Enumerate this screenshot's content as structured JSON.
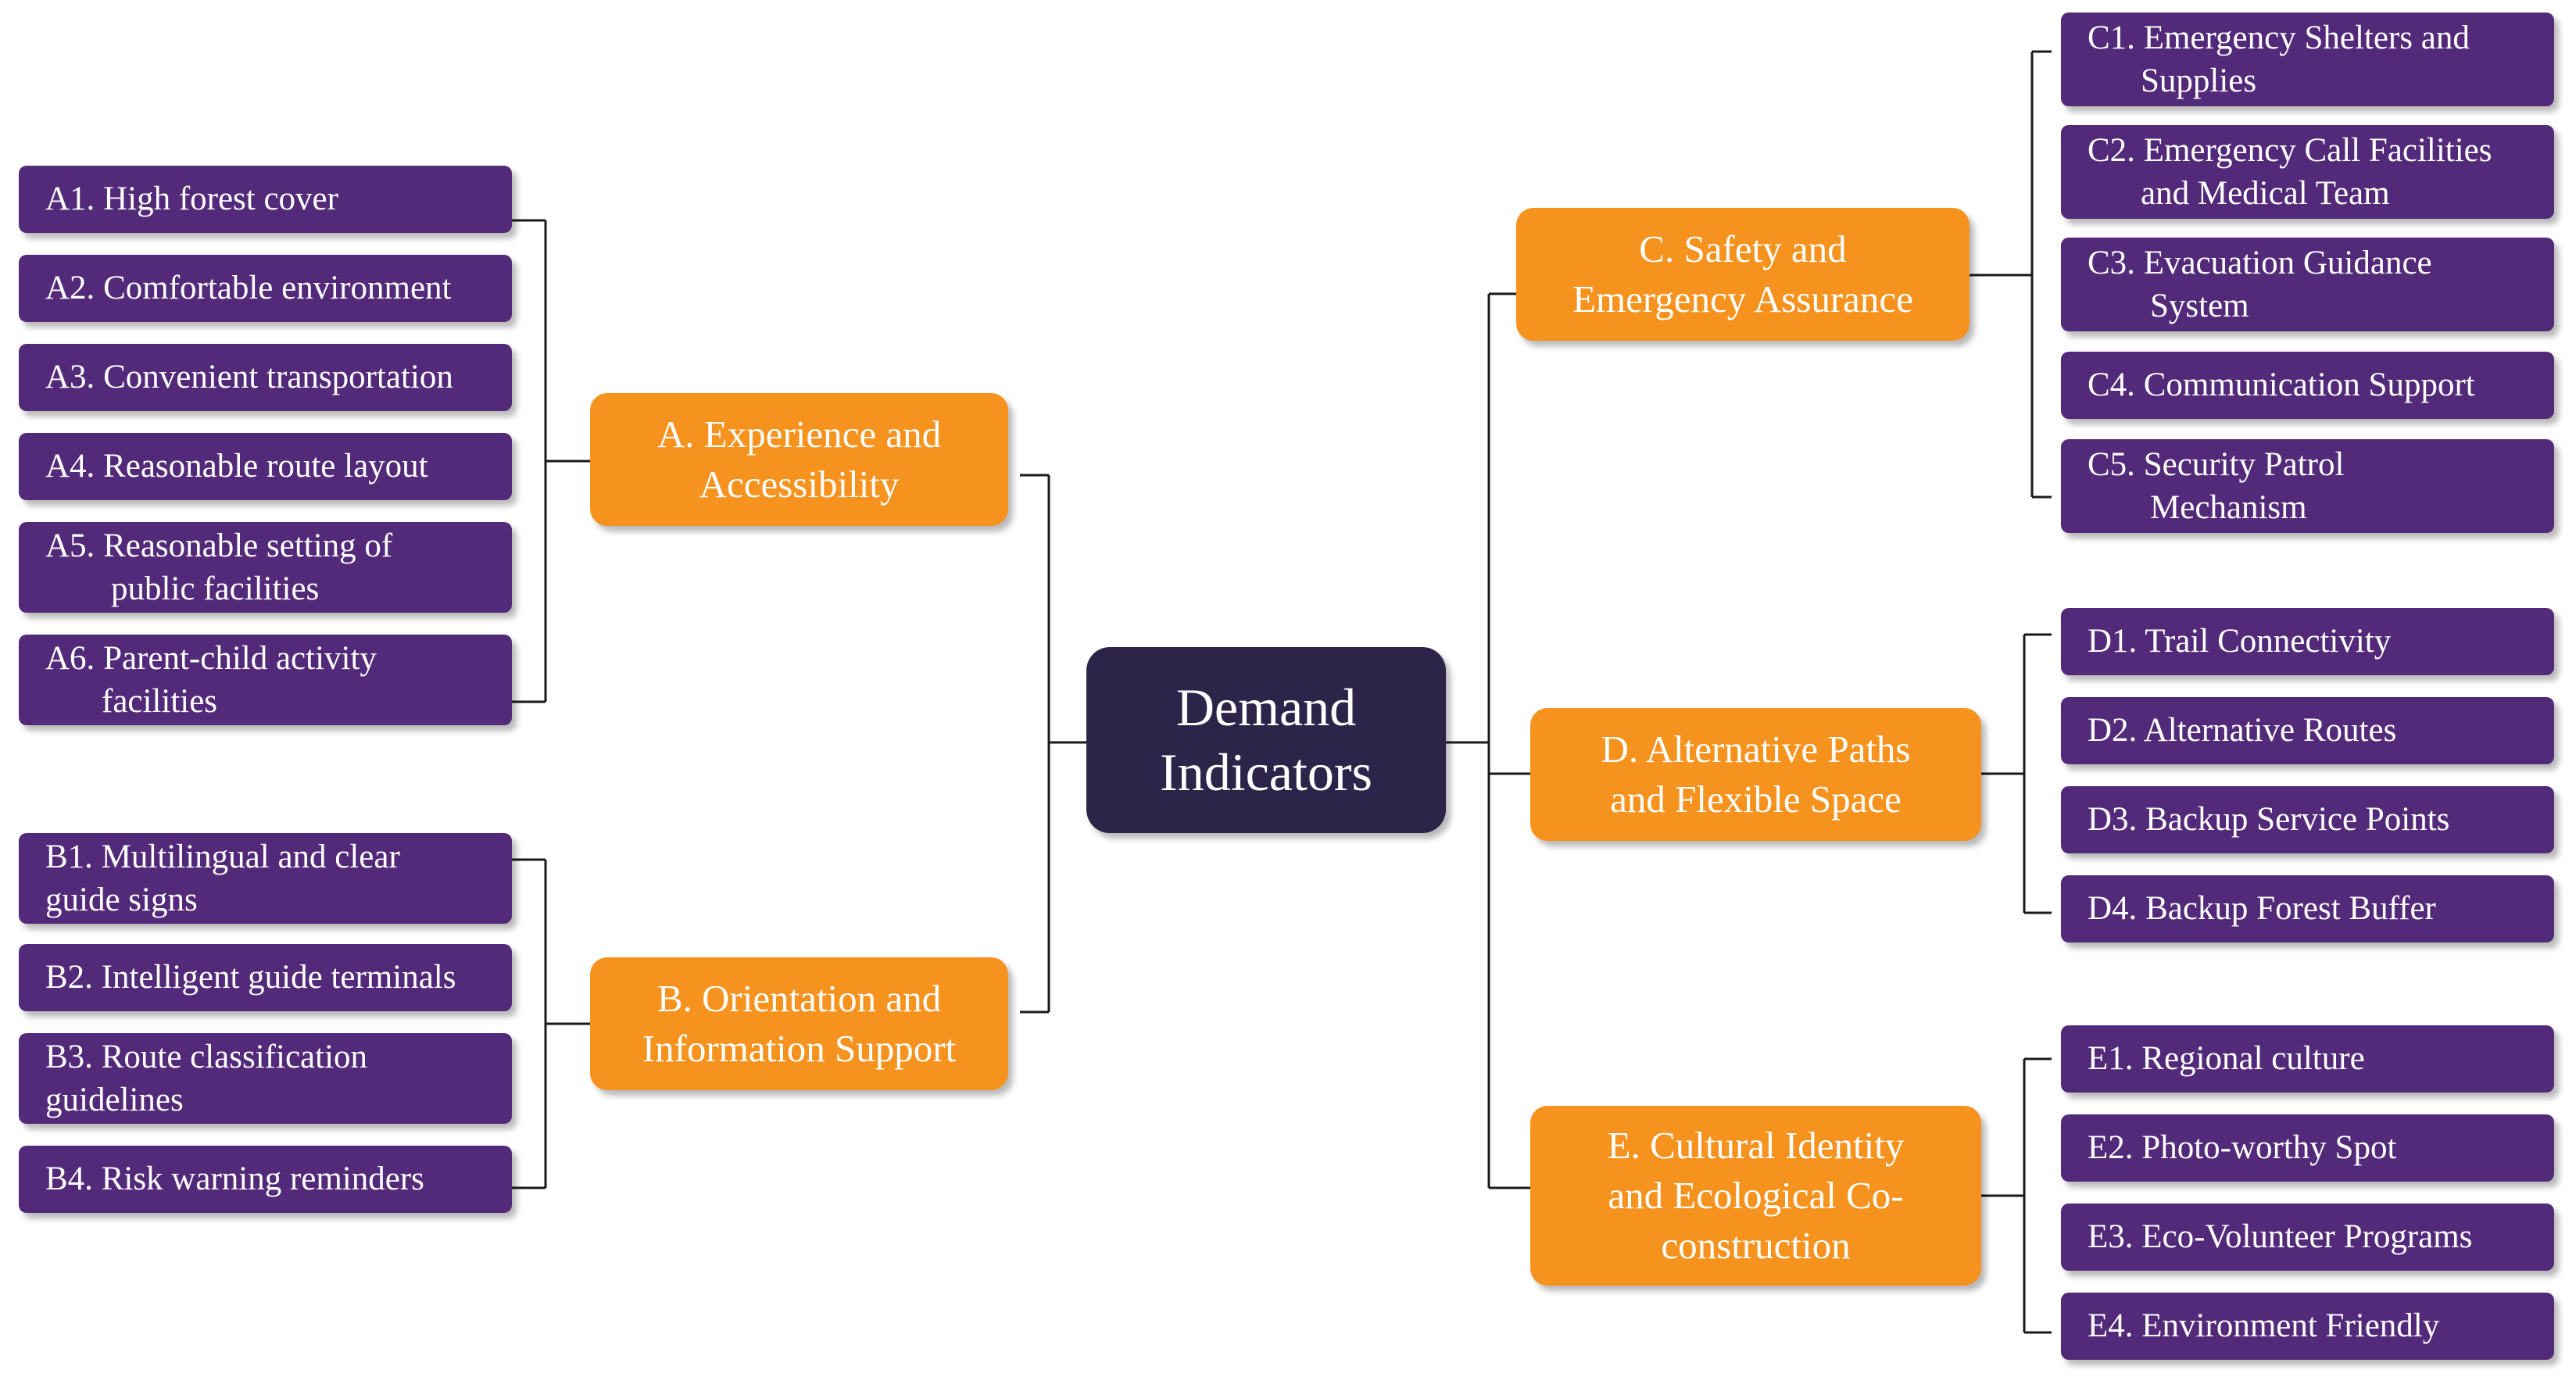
{
  "root": {
    "label_line1": "Demand",
    "label_line2": "Indicators"
  },
  "branches": {
    "A": {
      "label_line1": "A. Experience and",
      "label_line2": "Accessibility",
      "items": [
        {
          "code": "A1.",
          "line1": "High forest cover",
          "line2": ""
        },
        {
          "code": "A2.",
          "line1": "Comfortable environment",
          "line2": ""
        },
        {
          "code": "A3.",
          "line1": "Convenient transportation",
          "line2": ""
        },
        {
          "code": "A4.",
          "line1": "Reasonable route layout",
          "line2": ""
        },
        {
          "code": "A5.",
          "line1": "Reasonable setting of",
          "line2": "public facilities"
        },
        {
          "code": "A6.",
          "line1": "Parent-child activity",
          "line2": "facilities"
        }
      ]
    },
    "B": {
      "label_line1": "B. Orientation and",
      "label_line2": "Information Support",
      "items": [
        {
          "code": "B1.",
          "line1": "Multilingual and clear",
          "line2": "guide signs"
        },
        {
          "code": "B2.",
          "line1": "Intelligent guide terminals",
          "line2": ""
        },
        {
          "code": "B3.",
          "line1": "Route classification",
          "line2": "guidelines"
        },
        {
          "code": "B4.",
          "line1": "Risk warning reminders",
          "line2": ""
        }
      ]
    },
    "C": {
      "label_line1": "C. Safety and",
      "label_line2": "Emergency Assurance",
      "items": [
        {
          "code": "C1.",
          "line1": "Emergency Shelters and",
          "line2": "Supplies"
        },
        {
          "code": "C2.",
          "line1": "Emergency Call Facilities",
          "line2": "and Medical Team"
        },
        {
          "code": "C3.",
          "line1": "Evacuation Guidance",
          "line2": "System"
        },
        {
          "code": "C4.",
          "line1": "Communication Support",
          "line2": ""
        },
        {
          "code": "C5.",
          "line1": "Security Patrol",
          "line2": "Mechanism"
        }
      ]
    },
    "D": {
      "label_line1": "D. Alternative Paths",
      "label_line2": "and Flexible Space",
      "items": [
        {
          "code": "D1.",
          "line1": "Trail Connectivity",
          "line2": ""
        },
        {
          "code": "D2.",
          "line1": "Alternative Routes",
          "line2": ""
        },
        {
          "code": "D3.",
          "line1": "Backup Service Points",
          "line2": ""
        },
        {
          "code": "D4.",
          "line1": "Backup Forest Buffer",
          "line2": ""
        }
      ]
    },
    "E": {
      "label_line1": "E. Cultural Identity",
      "label_line2": "and Ecological Co-",
      "label_line3": "construction",
      "items": [
        {
          "code": "E1.",
          "line1": "Regional culture",
          "line2": ""
        },
        {
          "code": "E2.",
          "line1": "Photo-worthy Spot",
          "line2": ""
        },
        {
          "code": "E3.",
          "line1": "Eco-Volunteer Programs",
          "line2": ""
        },
        {
          "code": "E4.",
          "line1": "Environment Friendly",
          "line2": ""
        }
      ]
    }
  },
  "colors": {
    "root": "#2d2549",
    "branch": "#f6921e",
    "leaf": "#532a79",
    "connector": "#1a1a1a"
  }
}
